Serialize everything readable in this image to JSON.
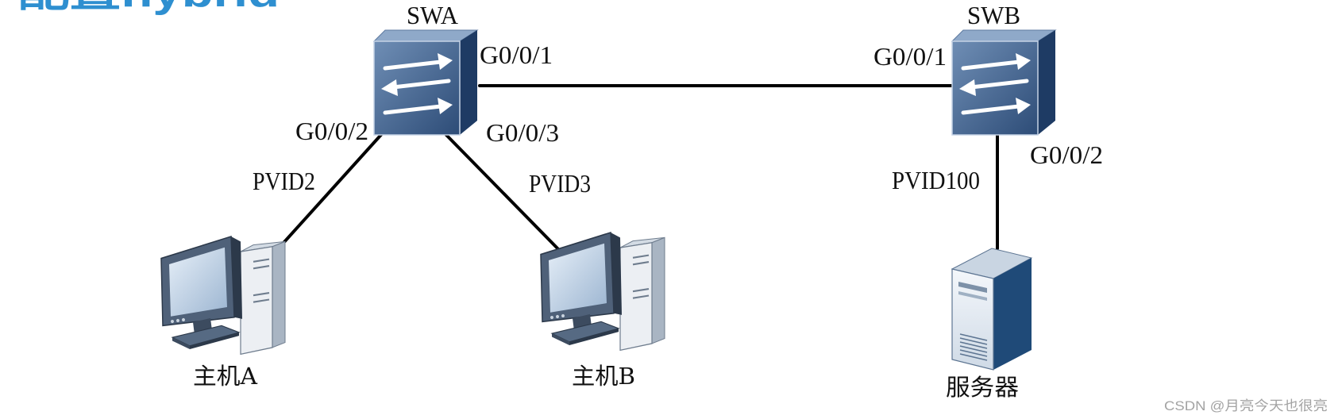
{
  "title": "配置hybrid",
  "swa": {
    "name": "SWA",
    "port_g001": "G0/0/1",
    "port_g002": "G0/0/2",
    "port_g003": "G0/0/3"
  },
  "swb": {
    "name": "SWB",
    "port_g001": "G0/0/1",
    "port_g002": "G0/0/2"
  },
  "host_a": {
    "name": "主机A",
    "pvid": "PVID2"
  },
  "host_b": {
    "name": "主机B",
    "pvid": "PVID3"
  },
  "server": {
    "name": "服务器",
    "pvid": "PVID100"
  },
  "watermark": "CSDN @月亮今天也很亮",
  "icons": {
    "switch": "switch-icon",
    "host": "pc-icon",
    "server": "server-icon"
  },
  "colors": {
    "title": "#2e8fd0",
    "link": "#000000",
    "switch_front": "#4a6a94",
    "server_side": "#1f4a78",
    "watermark": "#a3a3a3"
  }
}
